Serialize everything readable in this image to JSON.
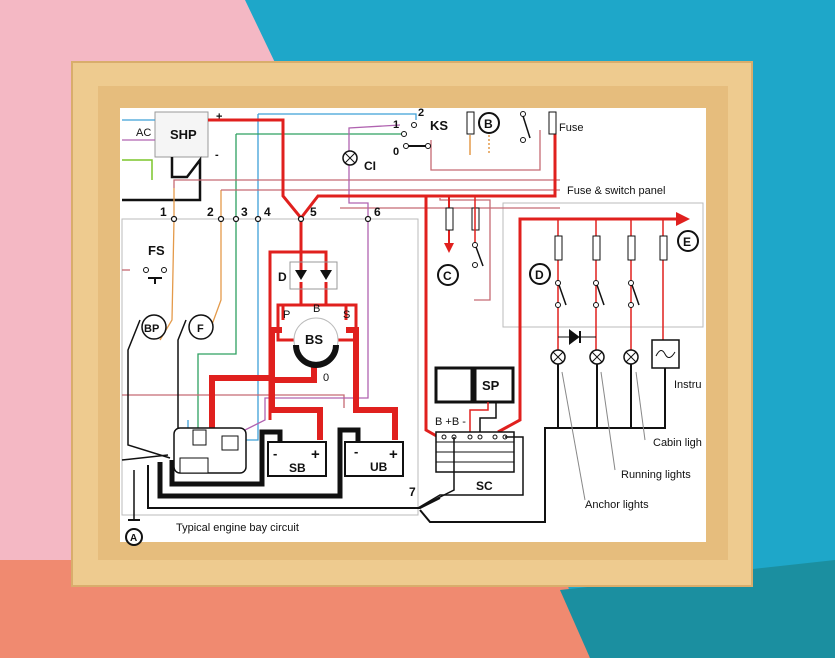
{
  "colors": {
    "background_pink": "#f4b8c4",
    "background_blue": "#1ea7c9",
    "background_coral": "#f08a70",
    "background_teal": "#1b8fa0",
    "frame": "#f0cf95",
    "wire_red": "#e0201e"
  },
  "diagram": {
    "labels": {
      "ac": "AC",
      "shp": "SHP",
      "plus": "+",
      "minus": "-",
      "ks": "KS",
      "b_circle": "B",
      "fuse": "Fuse",
      "ci": "CI",
      "ks_1": "1",
      "ks_0": "0",
      "ks_2": "2",
      "t1": "1",
      "t2": "2",
      "t3": "3",
      "t4": "4",
      "t5": "5",
      "t6": "6",
      "t7": "7",
      "fs": "FS",
      "bp": "BP",
      "f": "F",
      "d": "D",
      "p": "P",
      "b": "B",
      "s": "S",
      "bs": "BS",
      "zero": "0",
      "sb": "SB",
      "ub": "UB",
      "c_circle": "C",
      "d_circle": "D",
      "e_circle": "E",
      "sp": "SP",
      "sc": "SC",
      "sc_terminals": "B +B -",
      "a_circle": "A",
      "fuse_switch_panel": "Fuse & switch panel",
      "instruments": "Instru",
      "cabin_lights": "Cabin ligh",
      "running_lights": "Running lights",
      "anchor_lights": "Anchor lights",
      "caption": "Typical engine bay circuit"
    }
  }
}
